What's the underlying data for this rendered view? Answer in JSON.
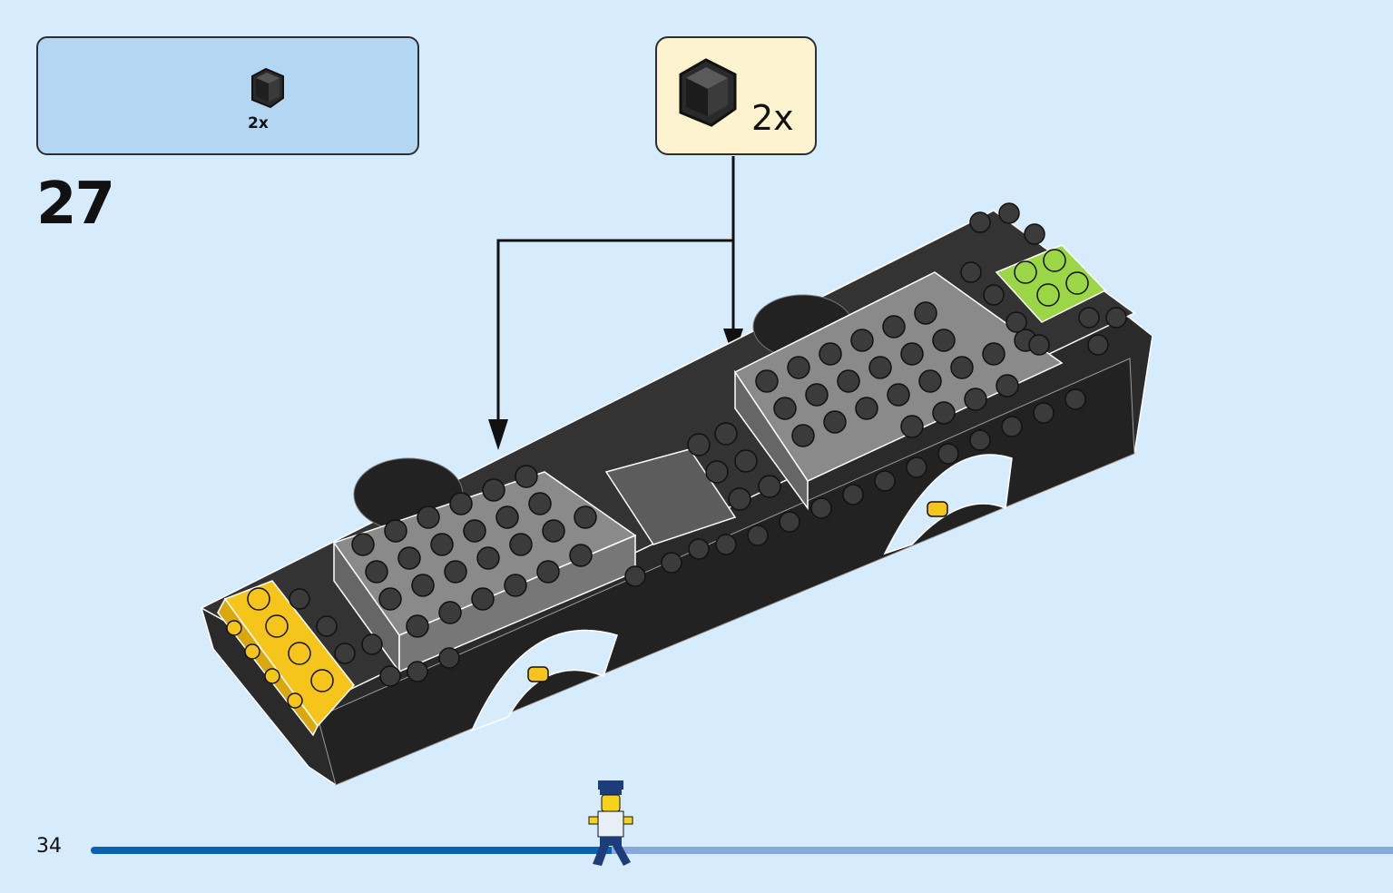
{
  "parts_list": {
    "quantity": "2x",
    "piece": "black-corner-slope-icon"
  },
  "step": {
    "number": "27"
  },
  "callout": {
    "quantity": "2x",
    "piece": "black-corner-slope-icon"
  },
  "page": {
    "number": "34"
  },
  "progress": {
    "fraction": 0.4
  },
  "colors": {
    "background": "#d6ebfb",
    "parts_box": "#b3d7f3",
    "callout_box": "#fdf3cf",
    "progress_done": "#0b62ae",
    "progress_remaining": "#87a9db",
    "brick_black": "#2a2a2a",
    "brick_gray": "#8c8c8c",
    "brick_yellow": "#f6c51b",
    "brick_lime": "#9bd647"
  }
}
